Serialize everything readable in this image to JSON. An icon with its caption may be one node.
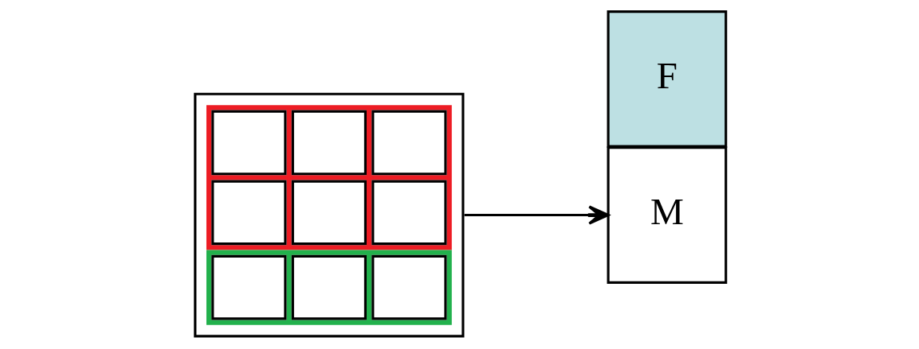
{
  "diagram": {
    "nodes": [
      {
        "text": [],
        "shape": "picture"
      },
      {
        "text": [
          "M"
        ]
      },
      {
        "text": [
          "F"
        ]
      }
    ],
    "edges": [
      {
        "from": 0,
        "to": 1,
        "arrow": "to"
      }
    ]
  }
}
